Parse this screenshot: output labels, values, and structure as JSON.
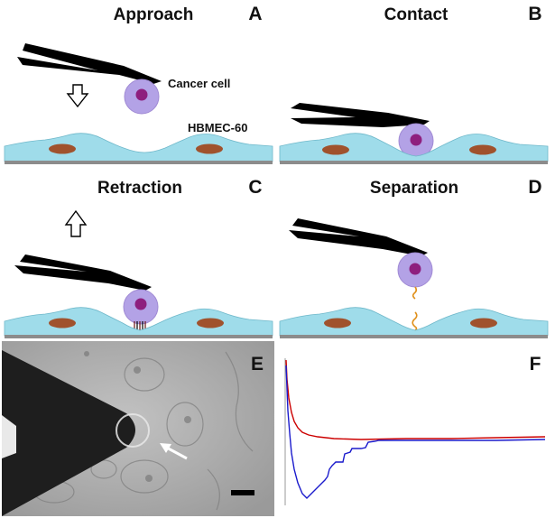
{
  "panels": {
    "A": {
      "letter": "A",
      "title": "Approach",
      "cell_label": "Cancer cell",
      "substrate_label": "HBMEC-60"
    },
    "B": {
      "letter": "B",
      "title": "Contact"
    },
    "C": {
      "letter": "C",
      "title": "Retraction"
    },
    "D": {
      "letter": "D",
      "title": "Separation"
    },
    "E": {
      "letter": "E"
    },
    "F": {
      "letter": "F"
    }
  },
  "colors": {
    "cantilever": "#000000",
    "cancer_cell": "#b3a2e6",
    "cancer_nucleus": "#8e1f7e",
    "endothelial_layer": "#9fdcea",
    "endothelial_nucleus": "#a0522d",
    "substrate": "#8c8c8c",
    "tether": "#e0901a",
    "approach_trace": "#cc0000",
    "retract_trace": "#1a1acc"
  }
}
